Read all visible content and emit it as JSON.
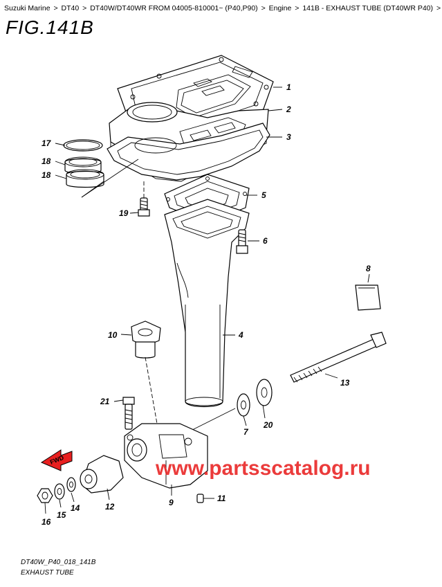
{
  "breadcrumb": {
    "items": [
      "Suzuki Marine",
      "DT40",
      "DT40W/DT40WR FROM 04005-810001~ (P40,P90)",
      "Engine",
      "141B - EXHAUST TUBE (DT40WR P40)"
    ],
    "separator": ">"
  },
  "figure": {
    "title": "FIG.141B",
    "code": "DT40W_P40_018_141B",
    "name": "EXHAUST TUBE"
  },
  "callouts": [
    "1",
    "2",
    "3",
    "4",
    "5",
    "6",
    "7",
    "8",
    "9",
    "10",
    "11",
    "12",
    "13",
    "14",
    "15",
    "16",
    "17",
    "18",
    "18",
    "19",
    "20",
    "21"
  ],
  "fwd_label": "FWD",
  "watermark": "www.partsscatalog.ru",
  "colors": {
    "watermark": "#e82020",
    "fwd_arrow": "#e82020",
    "ink": "#000000"
  }
}
